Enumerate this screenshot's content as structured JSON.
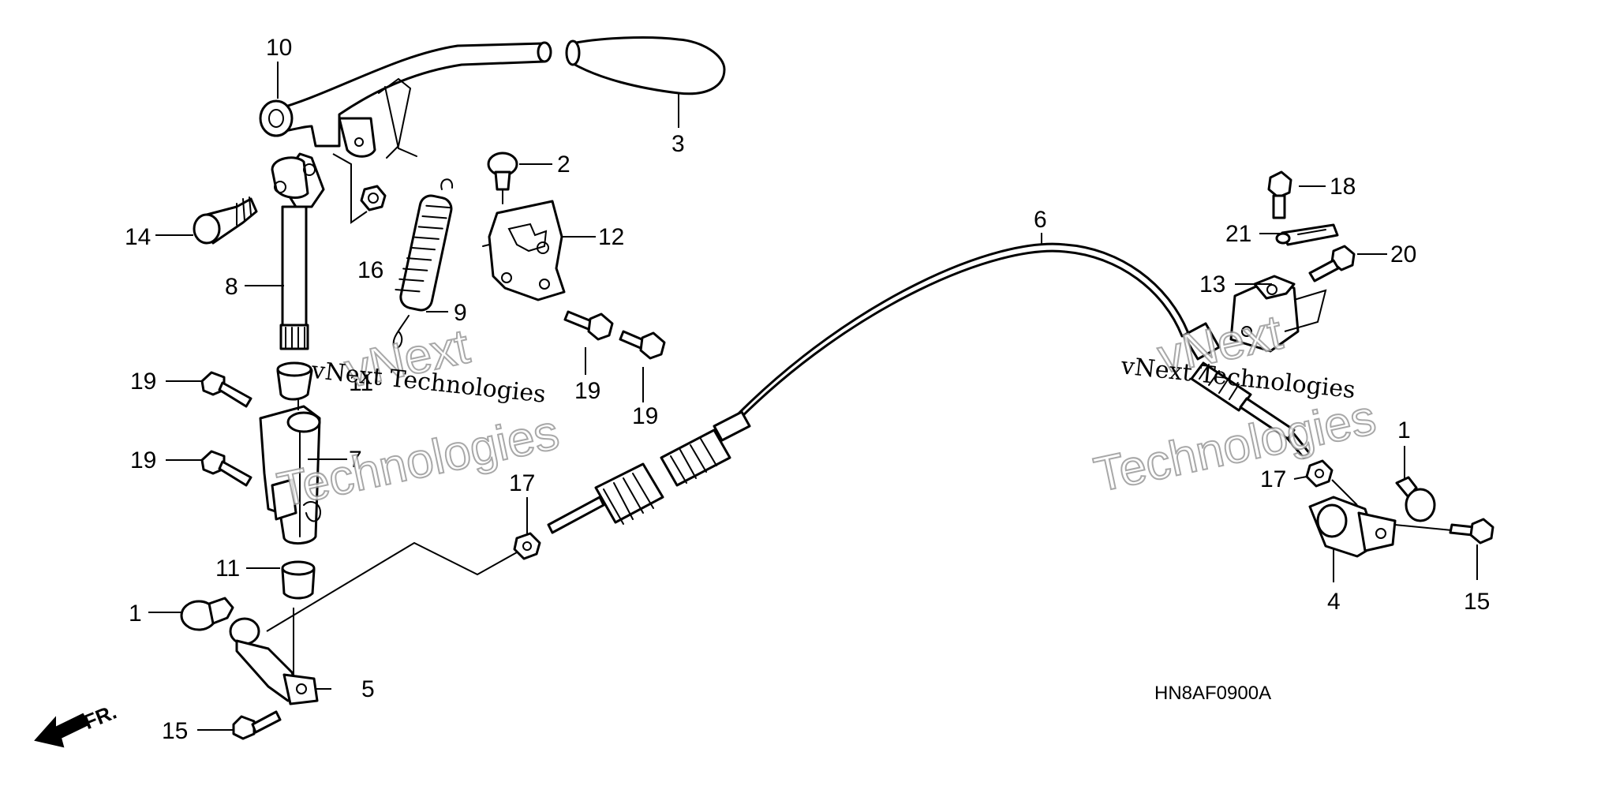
{
  "diagram": {
    "part_code": "HN8AF0900A",
    "front_marker": "FR.",
    "watermark": {
      "line1": "vNext Technologies",
      "line2a": "vNext",
      "line2b": "Technologies"
    },
    "callouts": {
      "c10": "10",
      "c3": "3",
      "c2": "2",
      "c14": "14",
      "c16": "16",
      "c12": "12",
      "c8": "8",
      "c9": "9",
      "c19a": "19",
      "c19b": "19",
      "c19c": "19",
      "c19d": "19",
      "c11a": "11",
      "c11b": "11",
      "c7": "7",
      "c17a": "17",
      "c17b": "17",
      "c1a": "1",
      "c1b": "1",
      "c5": "5",
      "c15a": "15",
      "c15b": "15",
      "c6": "6",
      "c18": "18",
      "c21": "21",
      "c20": "20",
      "c13": "13",
      "c4": "4"
    }
  }
}
